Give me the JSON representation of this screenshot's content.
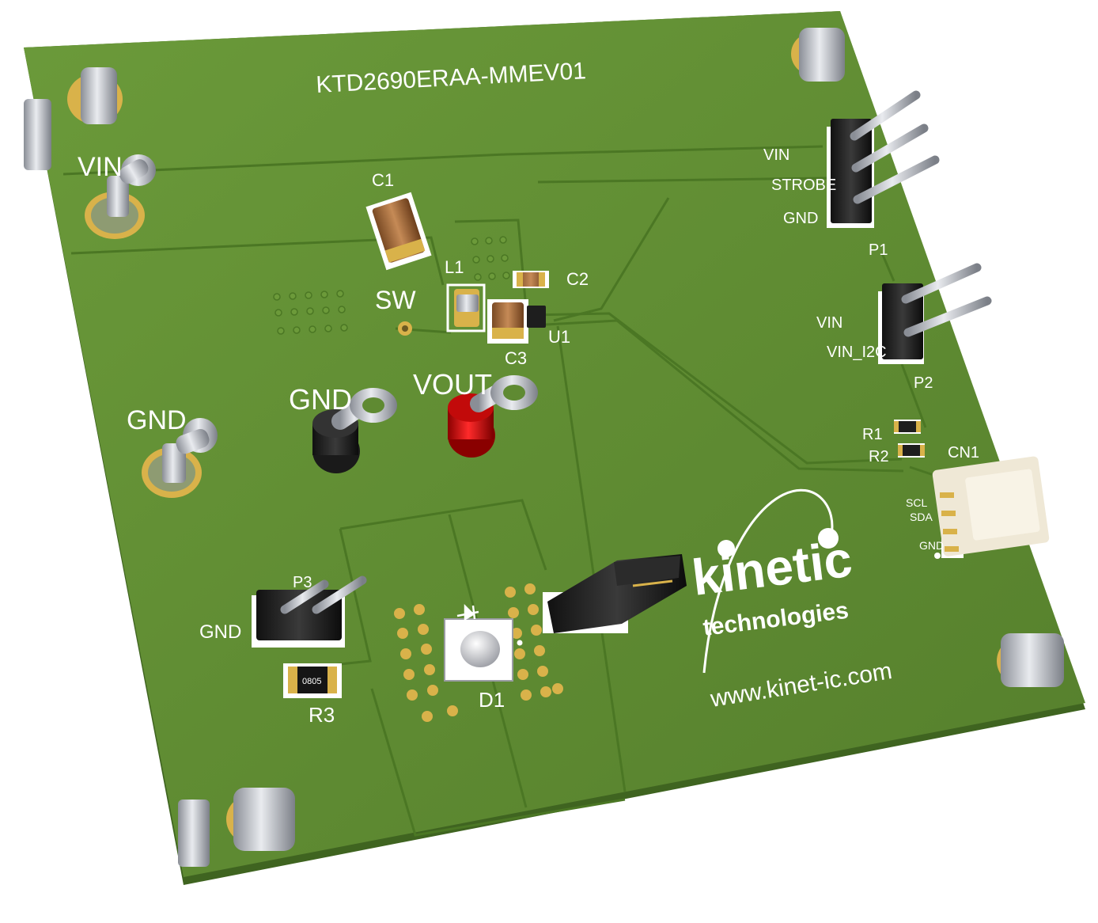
{
  "board": {
    "title": "KTD2690ERAA-MMEV01",
    "colors": {
      "pcb": "#5f8a32",
      "pcb_edge": "#3f6420",
      "silk": "#ffffff",
      "pad": "#d9b24a",
      "trace": "#4e7a27"
    }
  },
  "labels": {
    "vin_post": "VIN",
    "gnd_post": "GND",
    "sw": "SW",
    "gnd_terminal": "GND",
    "vout_terminal": "VOUT",
    "c1": "C1",
    "c2": "C2",
    "c3": "C3",
    "l1": "L1",
    "u1": "U1",
    "p1": "P1",
    "p2": "P2",
    "p3": "P3",
    "r1": "R1",
    "r2": "R2",
    "r3": "R3",
    "d1": "D1",
    "cn1": "CN1",
    "r3_marking": "0805"
  },
  "p1_pins": [
    "VIN",
    "STROBE",
    "GND"
  ],
  "p2_pins": [
    "VIN",
    "VIN_I2C"
  ],
  "cn1_pins": [
    "SCL",
    "SDA",
    "GND"
  ],
  "p3_pin": "GND",
  "logo": {
    "line1": "kinetic",
    "line2": "technologies",
    "url": "www.kinet-ic.com"
  },
  "icons": [
    "standoff-icon",
    "test-post-icon",
    "ring-terminal-icon",
    "pin-header-icon",
    "jumper-icon",
    "led-icon",
    "diode-symbol-icon",
    "connector-icon"
  ]
}
